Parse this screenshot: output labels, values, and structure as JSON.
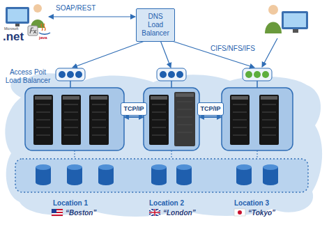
{
  "diagram": {
    "nodes": [
      {
        "text": [
          "DNS Load Balancer"
        ]
      },
      {
        "text": [
          "TCP/IP"
        ]
      },
      {
        "text": [
          "TCP/IP"
        ]
      }
    ],
    "labels": [
      "SOAP/REST",
      "Microsoft",
      ".net",
      "java",
      "Access Poit Load Balancer",
      "CIFS/NFS/IFS",
      "Location 1",
      "“Boston”",
      "Location 2",
      "“London”",
      "Location 3",
      "“Tokyo”"
    ]
  }
}
